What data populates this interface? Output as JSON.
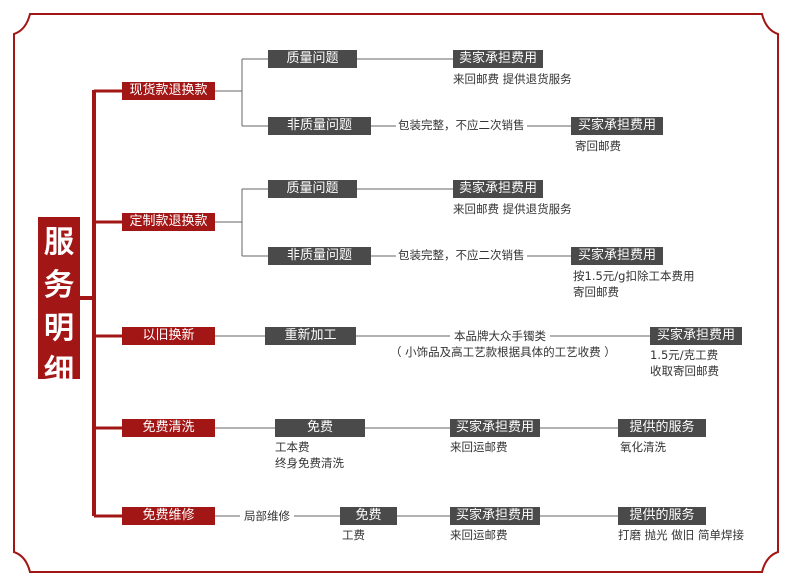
{
  "title": [
    "服",
    "务",
    "明",
    "细"
  ],
  "categories": [
    {
      "label": "现货款退换款"
    },
    {
      "label": "定制款退换款"
    },
    {
      "label": "以旧换新"
    },
    {
      "label": "免费清洗"
    },
    {
      "label": "免费维修"
    }
  ],
  "rows": {
    "r1a": {
      "cond": "质量问题",
      "result": "卖家承担费用",
      "details": [
        "来回邮费 提供退货服务"
      ]
    },
    "r1b": {
      "cond": "非质量问题",
      "note": "包装完整，不应二次销售",
      "result": "买家承担费用",
      "details": [
        "寄回邮费"
      ]
    },
    "r2a": {
      "cond": "质量问题",
      "result": "卖家承担费用",
      "details": [
        "来回邮费 提供退货服务"
      ]
    },
    "r2b": {
      "cond": "非质量问题",
      "note": "包装完整，不应二次销售",
      "result": "买家承担费用",
      "details": [
        "按1.5元/g扣除工本费用",
        "寄回邮费"
      ]
    },
    "r3": {
      "step": "重新加工",
      "note1": "本品牌大众手镯类",
      "note2": "（ 小饰品及高工艺款根据具体的工艺收费 ）",
      "result": "买家承担费用",
      "details": [
        "1.5元/克工费",
        "收取寄回邮费"
      ]
    },
    "r4": {
      "step": "免费",
      "step_details": [
        "工本费",
        "终身免费清洗"
      ],
      "mid": "买家承担费用",
      "mid_details": [
        "来回运邮费"
      ],
      "result": "提供的服务",
      "details": [
        "氧化清洗"
      ]
    },
    "r5": {
      "note": "局部维修",
      "step": "免费",
      "step_details": [
        "工费"
      ],
      "mid": "买家承担费用",
      "mid_details": [
        "来回运邮费"
      ],
      "result": "提供的服务",
      "details": [
        "打磨 抛光 做旧 简单焊接"
      ]
    }
  },
  "colors": {
    "accent": "#a31616",
    "dark_box": "#4a4a4a",
    "line": "#666666"
  }
}
